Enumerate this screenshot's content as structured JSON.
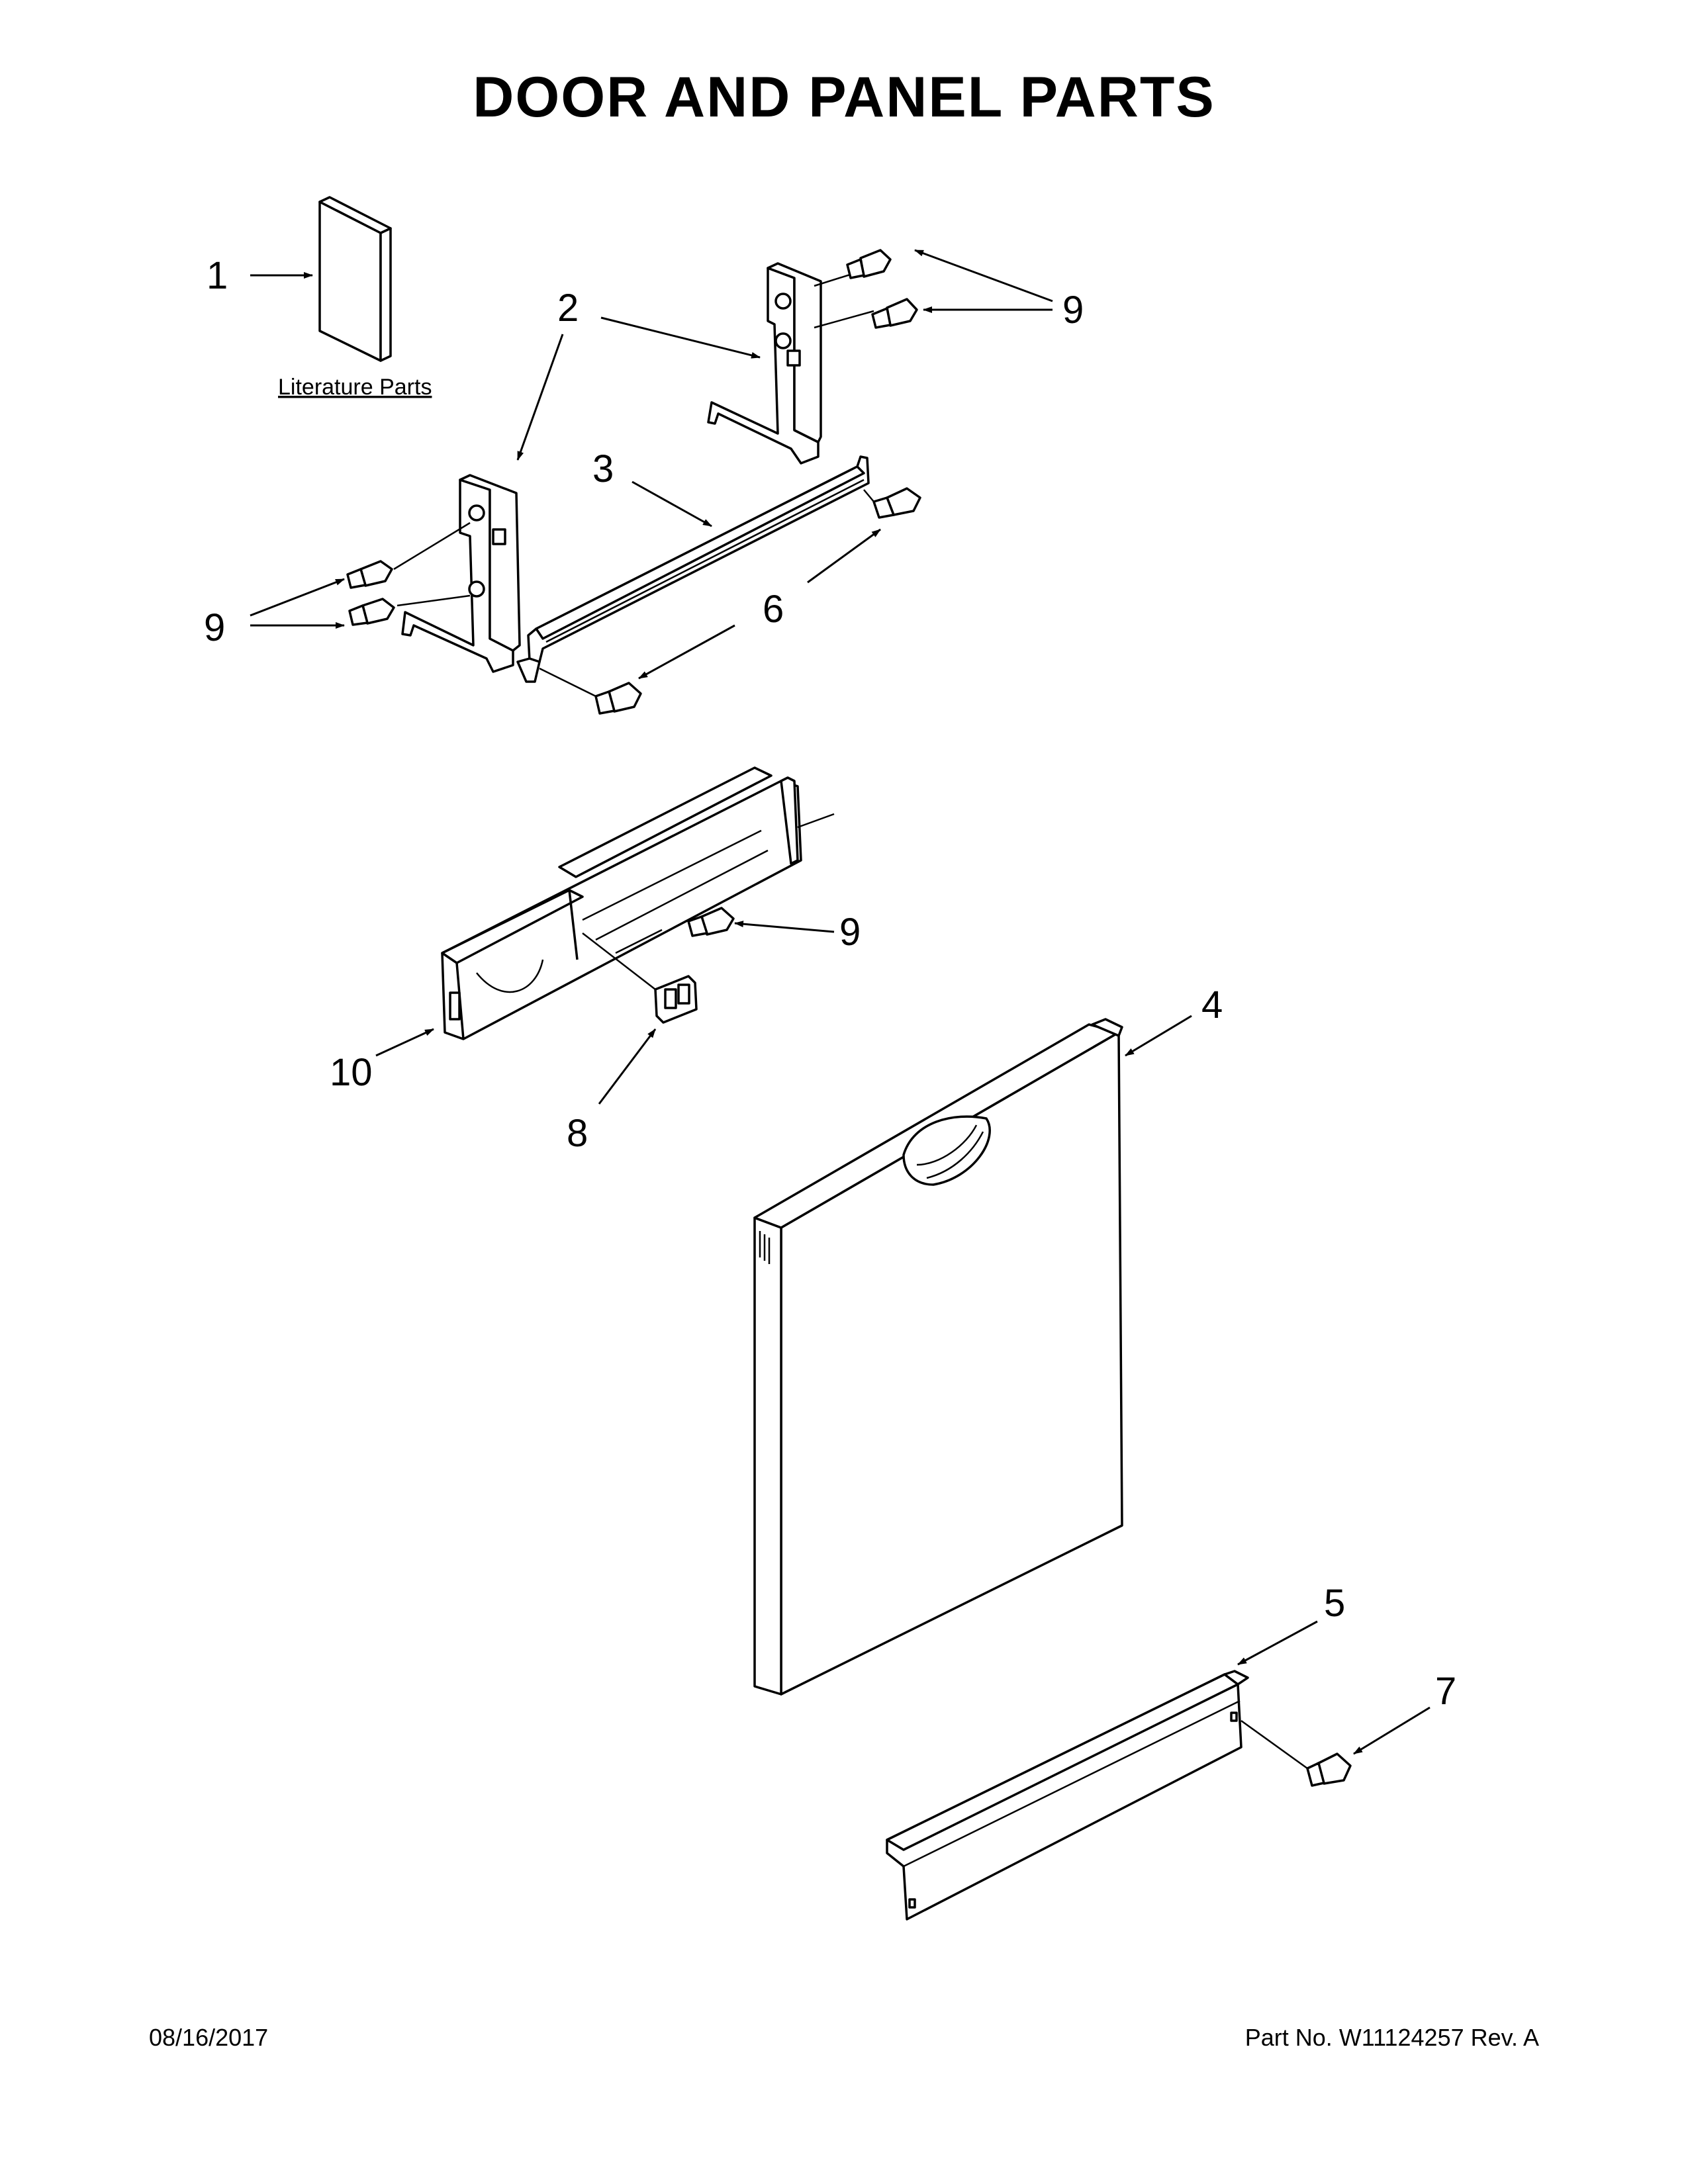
{
  "title": "DOOR AND PANEL PARTS",
  "literature_label": "Literature Parts",
  "callouts": {
    "c1": "1",
    "c2": "2",
    "c3": "3",
    "c4": "4",
    "c5": "5",
    "c6": "6",
    "c7": "7",
    "c8": "8",
    "c9": "9",
    "c10": "10"
  },
  "footer": {
    "date": "08/16/2017",
    "part": "Part No.  W11124257   Rev.  A"
  }
}
